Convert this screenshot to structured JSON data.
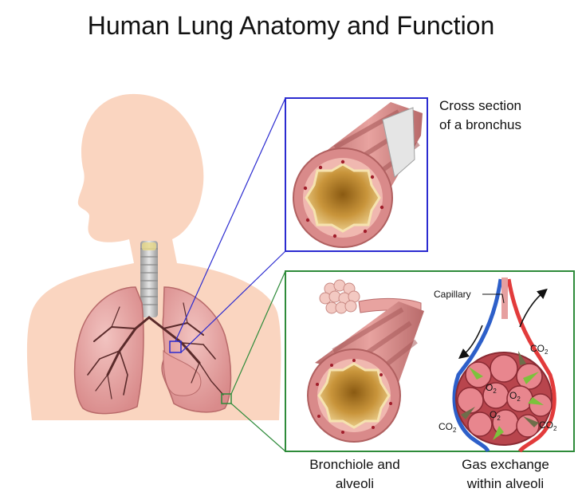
{
  "title": "Human Lung Anatomy and Function",
  "captions": {
    "bronchus": [
      "Cross section",
      "of a bronchus"
    ],
    "bronchiole": [
      "Bronchiole and",
      "alveoli"
    ],
    "gas_exchange": [
      "Gas exchange",
      "within alveoli"
    ]
  },
  "labels": {
    "capillary": "Capillary",
    "co2": "CO",
    "o2": "O",
    "subscript": "2"
  },
  "colors": {
    "skin": "#fad5c0",
    "lung": "#e9a8a8",
    "bronchus_frame": "#2b2bd0",
    "alveoli_frame": "#2e8b3a",
    "airway": "#d17e7e",
    "lumen": "#c9953b",
    "oxygen_arrow": "#7cc23c",
    "co2_arrow": "#6e6e4a",
    "vein": "#2d5fc9",
    "artery": "#e23b3b"
  }
}
